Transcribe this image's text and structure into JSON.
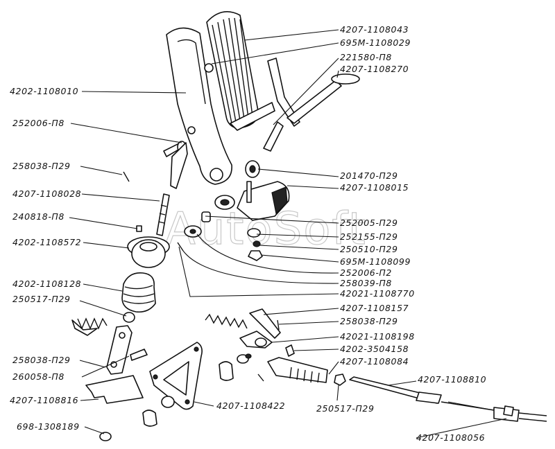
{
  "diagram": {
    "watermark": "AutoSoft",
    "labels": [
      {
        "id": "l01",
        "text": "4207-1108043"
      },
      {
        "id": "l02",
        "text": "695М-1108029"
      },
      {
        "id": "l03",
        "text": "221580-П8"
      },
      {
        "id": "l04",
        "text": "4207-1108270"
      },
      {
        "id": "l05",
        "text": "4202-1108010"
      },
      {
        "id": "l06",
        "text": "252006-П8"
      },
      {
        "id": "l07",
        "text": "258038-П29"
      },
      {
        "id": "l08",
        "text": "201470-П29"
      },
      {
        "id": "l09",
        "text": "4207-1108015"
      },
      {
        "id": "l10",
        "text": "4207-1108028"
      },
      {
        "id": "l11",
        "text": "240818-П8"
      },
      {
        "id": "l12",
        "text": "252005-П29"
      },
      {
        "id": "l13",
        "text": "252155-П29"
      },
      {
        "id": "l14",
        "text": "4202-1108572"
      },
      {
        "id": "l15",
        "text": "250510-П29"
      },
      {
        "id": "l16",
        "text": "695М-1108099"
      },
      {
        "id": "l17",
        "text": "252006-П2"
      },
      {
        "id": "l18",
        "text": "258039-П8"
      },
      {
        "id": "l19",
        "text": "4202-1108128"
      },
      {
        "id": "l20",
        "text": "42021-1108770"
      },
      {
        "id": "l21",
        "text": "250517-П29"
      },
      {
        "id": "l22",
        "text": "4207-1108157"
      },
      {
        "id": "l23",
        "text": "258038-П29"
      },
      {
        "id": "l24",
        "text": "42021-1108198"
      },
      {
        "id": "l25",
        "text": "4202-3504158"
      },
      {
        "id": "l26",
        "text": "258038-П29"
      },
      {
        "id": "l27",
        "text": "4207-1108084"
      },
      {
        "id": "l28",
        "text": "260058-П8"
      },
      {
        "id": "l29",
        "text": "4207-1108810"
      },
      {
        "id": "l30",
        "text": "4207-1108816"
      },
      {
        "id": "l31",
        "text": "4207-1108422"
      },
      {
        "id": "l32",
        "text": "250517-П29"
      },
      {
        "id": "l33",
        "text": "698-1308189"
      },
      {
        "id": "l34",
        "text": "4207-1108056"
      }
    ]
  }
}
